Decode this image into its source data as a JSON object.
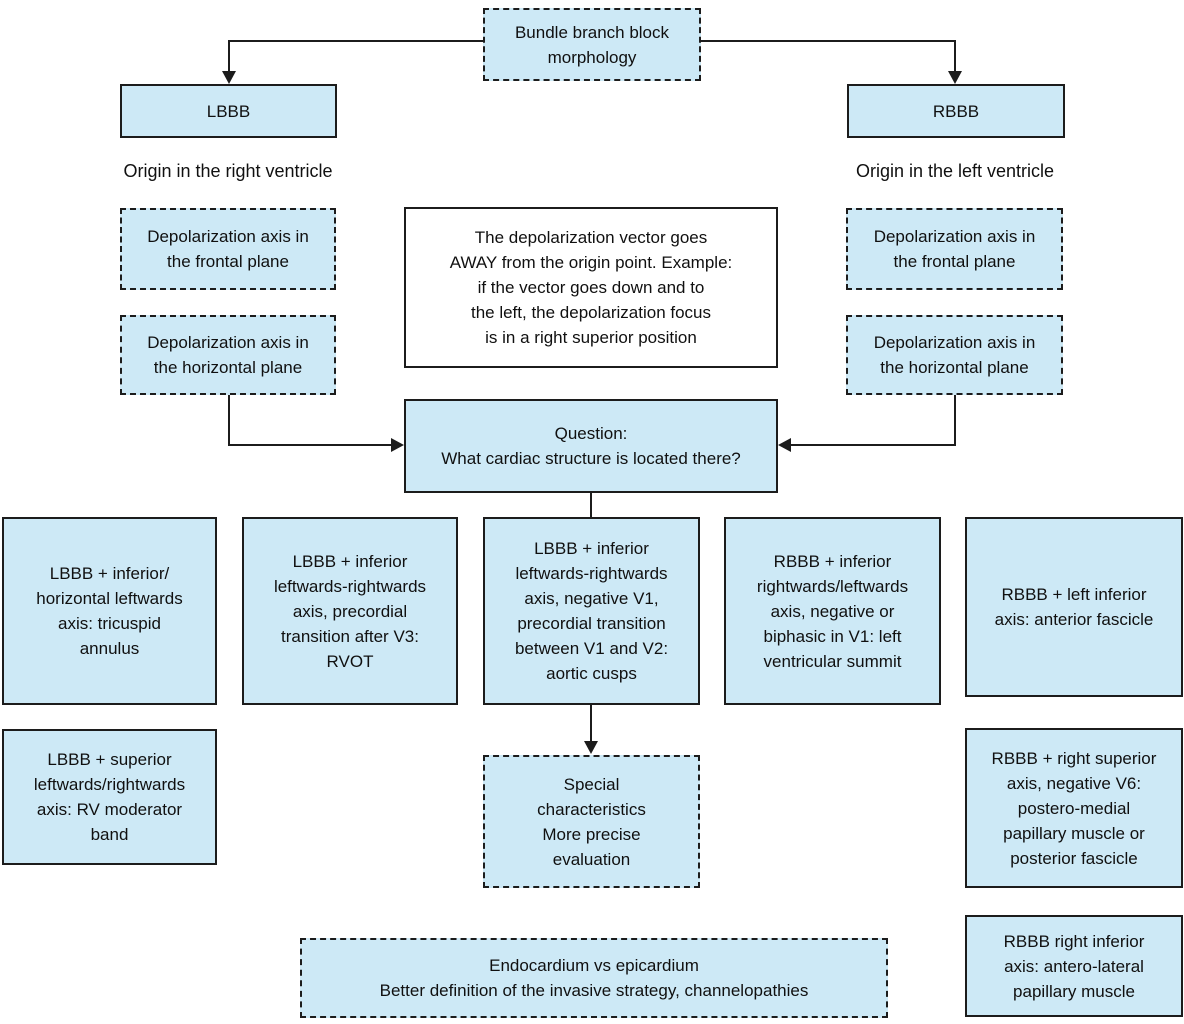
{
  "diagram": {
    "title": "Bundle branch block morphology flowchart",
    "colors": {
      "box_fill": "#cde9f6",
      "box_border": "#1c1c1c",
      "white_fill": "#ffffff",
      "line": "#1c1c1c",
      "text": "#101010"
    },
    "nodes": {
      "root": {
        "text": "Bundle branch block\nmorphology"
      },
      "lbbb": {
        "text": "LBBB"
      },
      "rbbb": {
        "text": "RBBB"
      },
      "origin_right": {
        "text": "Origin in the right ventricle"
      },
      "origin_left": {
        "text": "Origin in the left ventricle"
      },
      "left_frontal": {
        "text": "Depolarization axis in\nthe frontal plane"
      },
      "left_horizontal": {
        "text": "Depolarization axis in\nthe horizontal plane"
      },
      "right_frontal": {
        "text": "Depolarization axis in\nthe frontal plane"
      },
      "right_horizontal": {
        "text": "Depolarization axis in\nthe horizontal plane"
      },
      "vector_note": {
        "text": "The depolarization vector goes\nAWAY from the origin point. Example:\nif the vector goes down and to\nthe left, the depolarization focus\nis in a right superior position"
      },
      "question": {
        "text": "Question:\nWhat cardiac structure is located there?"
      },
      "tricuspid": {
        "text": "LBBB + inferior/\nhorizontal leftwards\naxis: tricuspid\nannulus"
      },
      "rvot": {
        "text": "LBBB + inferior\nleftwards-rightwards\naxis, precordial\ntransition after V3:\nRVOT"
      },
      "aortic_cusps": {
        "text": "LBBB + inferior\nleftwards-rightwards\naxis, negative V1,\nprecordial transition\nbetween V1 and V2:\naortic cusps"
      },
      "lv_summit": {
        "text": "RBBB + inferior\nrightwards/leftwards\naxis, negative or\nbiphasic in V1: left\nventricular summit"
      },
      "anterior_fascicle": {
        "text": "RBBB + left inferior\naxis: anterior fascicle"
      },
      "moderator_band": {
        "text": "LBBB + superior\nleftwards/rightwards\naxis: RV moderator\nband"
      },
      "special": {
        "text": "Special\ncharacteristics\nMore precise\nevaluation"
      },
      "postero_medial": {
        "text": "RBBB + right superior\naxis, negative V6:\npostero-medial\npapillary muscle or\nposterior fascicle"
      },
      "endo_epi": {
        "text": "Endocardium vs epicardium\nBetter definition of the invasive strategy, channelopathies"
      },
      "antero_lateral": {
        "text": "RBBB right inferior\naxis: antero-lateral\npapillary muscle"
      }
    }
  }
}
